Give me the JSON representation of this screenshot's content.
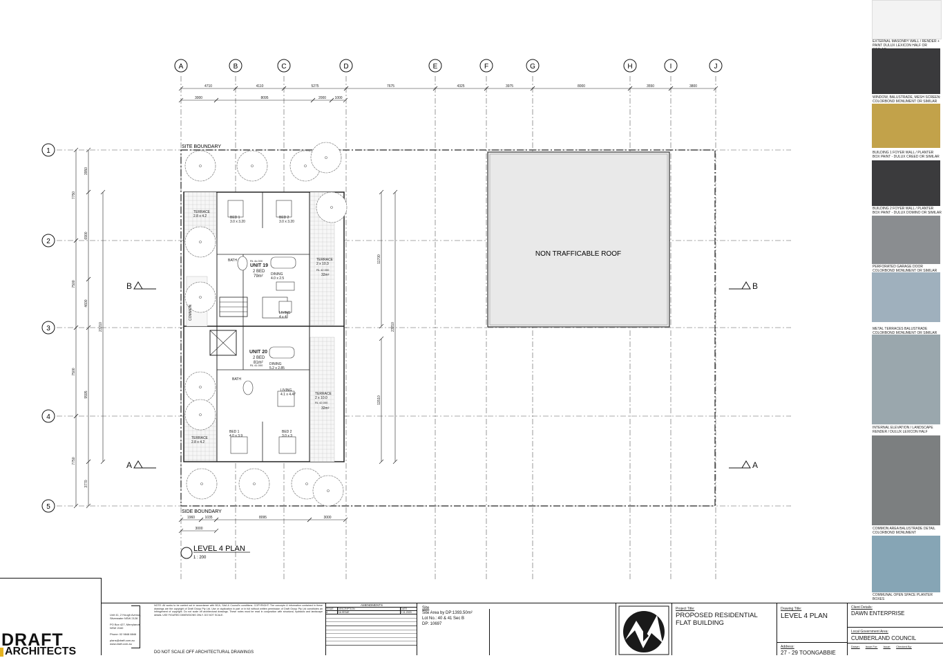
{
  "grid": {
    "columns": [
      "A",
      "B",
      "C",
      "D",
      "E",
      "F",
      "G",
      "H",
      "I",
      "J"
    ],
    "rows": [
      "1",
      "2",
      "3",
      "4",
      "5"
    ],
    "top_dims": [
      "4710",
      "4110",
      "5275",
      "7675",
      "4325",
      "3975",
      "8000",
      "3550",
      "3800"
    ],
    "top_sub_dims": [
      "3000",
      "8095",
      "2000",
      "1000"
    ],
    "left_dims": [
      "7750",
      "7500",
      "7500",
      "7750"
    ],
    "left_sub_dims": [
      "3950",
      "6900",
      "4600",
      "9595",
      "3770"
    ],
    "mid_dims": [
      "11700",
      "23210",
      "11510"
    ],
    "left_total": "23210"
  },
  "plan": {
    "site_boundary_top": "SITE BOUNDARY",
    "site_boundary_bottom": "SIDE BOUNDARY",
    "roof_label": "NON TRAFFICABLE ROOF",
    "section_b": "B",
    "section_a": "A",
    "bottom_dims": [
      "1960",
      "1035",
      "8095",
      "3000"
    ],
    "bottom_sub_dim": "3000",
    "title": "LEVEL 4  PLAN",
    "scale": "1 : 200",
    "units": [
      {
        "name": "UNIT 19",
        "beds": "2 BED",
        "area": "79m²"
      },
      {
        "name": "UNIT 20",
        "beds": "2 BED",
        "area": "81m²"
      }
    ],
    "rooms": {
      "terrace_1": "TERRACE",
      "terrace_1_size": "2.8 x 4.2",
      "bed1_u19": "BED 1",
      "bed1_u19_size": "3.0 x 3.20",
      "bed2_u19": "BED 2",
      "bed2_u19_size": "3.0 x 3.20",
      "bath_u19": "BATH",
      "dining_u19": "DINING",
      "dining_u19_size": "4.0 x 2.5",
      "living_u19": "LIVING",
      "living_u19_size": "4 x 4",
      "terrace_2": "TERRACE",
      "terrace_2_size": "2 x 10.3",
      "terrace_2_area": "32m²",
      "rl_1": "RL 4x.000",
      "rl_2": "RL 42.000",
      "common": "COMMON",
      "dining_u20": "DINING",
      "dining_u20_size": "5.2 x 2.85",
      "bath_u20": "BATH",
      "living_u20": "LIVING",
      "living_u20_size": "4.1 x 4.47",
      "terrace_3": "TERRACE",
      "terrace_3_size": "2 x 10.0",
      "terrace_3_area": "32m²",
      "bed1_u20": "BED 1",
      "bed1_u20_size": "4.0 x 3.9",
      "bed2_u20": "BED 2",
      "bed2_u20_size": "3.0 x 3",
      "terrace_4": "TERRACE",
      "terrace_4_size": "2.8 x 4.2",
      "rl_3": "RL 41.000",
      "rl_4": "RL 42.000"
    }
  },
  "materials": [
    {
      "caption": "EXTERNAL MASONRY WALL / RENDER + PAINT DULUX LEXICON HALF OR SIMILAR",
      "color": "#f3f3f3"
    },
    {
      "caption": "WINDOW, BALUSTRADE, MESH SCREEN: COLORBOND MONUMENT OR SIMILAR",
      "color": "#3a3a3c"
    },
    {
      "caption": "BUILDING 1 FOYER WALL / PLANTER BOX PAINT - DULUX CREED OR SIMILAR",
      "color": "#c2a24a"
    },
    {
      "caption": "BUILDING 2 FOYER WALL / PLANTER BOX PAINT - DULUX DOMINO OR SIMILAR",
      "color": "#3b3b3d"
    },
    {
      "caption": "PERFORATED GARAGE DOOR COLORBOND MONUMENT OR SIMILAR",
      "color": "#8a8d90"
    },
    {
      "caption": "METAL TERRACES BALUSTRADE COLORBOND MONUMENT OR SIMILAR",
      "color": "#9fb0bd"
    },
    {
      "caption": "INTERNAL ELEVATION / LANDSCAPE RENDER / DULUX LEXICON HALF",
      "color": "#9aa7ad"
    },
    {
      "caption": "COMMON AREA BALUSTRADE DETAIL COLORBOND MONUMENT",
      "color": "#7c7f80"
    },
    {
      "caption": "COMMUNAL OPEN SPACE PLANTER BOXES",
      "color": "#86a5b5"
    }
  ],
  "title_block": {
    "logo_main": "DRAFT",
    "logo_sub": "ARCHITECTS",
    "address_line1": "Unit 41, 2 Hough Avenue,",
    "address_line2": "Silverwater NSW 2128",
    "po_line1": "PO Box 427, Merrylands",
    "po_line2": "NSW 2160",
    "phone": "Phone: 02 9848 8846",
    "email": "plans@draft.com.au",
    "web": "www.draft.com.au",
    "notes": "NOTE: All works to be carried out in accordance with BCA, SAA & Council's conditions. COPYRIGHT: The concepts & information contained in these drawings are the copyright of Draft Group Pty Ltd. Use or duplication in part or in full without written permission of Draft Group Pty Ltd constitutes an infringement of copyright. Do not scale off architectural drawings. These notes must be read in conjunction with structural, hydraulic and landscape details. USE FIGURED DIMENSIONS ONLY. DO NOT SCALE.",
    "do_not_scale": "DO NOT SCALE OFF ARCHITECTURAL DRAWINGS",
    "amendments_title": "AMENDMENTS",
    "amend_headers": [
      "ISSUE",
      "DESCRIPTION",
      "DATE"
    ],
    "amend_row": [
      "A",
      "DA ISSUE",
      "2.11.2020"
    ],
    "site_label": "Site",
    "site_area": "Site Area by DP:1393.50m²",
    "lot": "Lot No.: 40 & 41 Sec B",
    "dp": "DP: 10697",
    "project_label": "Project Title:",
    "project_title": "PROPOSED RESIDENTIAL FLAT BUILDING",
    "drawing_label": "Drawing Title:",
    "drawing_title": "LEVEL 4 PLAN",
    "address_label": "Address:",
    "address_value": "27 - 29 TOONGABBIE",
    "client_label": "Client Details:",
    "client_value": "DAWN ENTERPRISE",
    "council_label": "Local Government Area:",
    "council_value": "CUMBERLAND COUNCIL",
    "drawn_label": "Drawn:",
    "issue_for_label": "Issue For:",
    "issue_label": "Issue:",
    "checked_label": "Checked By:"
  }
}
